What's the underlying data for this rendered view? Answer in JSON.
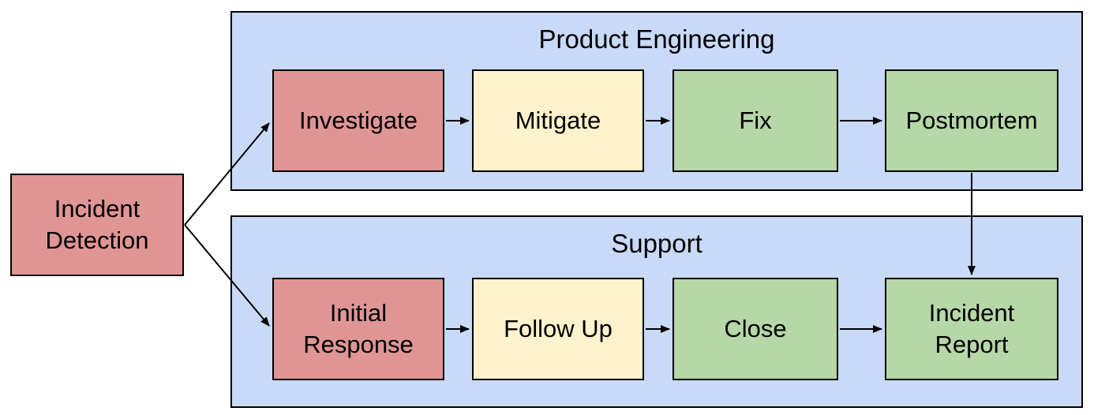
{
  "diagram": {
    "type": "flowchart",
    "start": {
      "label": "Incident Detection"
    },
    "lanes": [
      {
        "title": "Product Engineering",
        "steps": [
          {
            "label": "Investigate",
            "color": "red"
          },
          {
            "label": "Mitigate",
            "color": "yellow"
          },
          {
            "label": "Fix",
            "color": "green"
          },
          {
            "label": "Postmortem",
            "color": "green"
          }
        ]
      },
      {
        "title": "Support",
        "steps": [
          {
            "label": "Initial Response",
            "color": "red"
          },
          {
            "label": "Follow Up",
            "color": "yellow"
          },
          {
            "label": "Close",
            "color": "green"
          },
          {
            "label": "Incident Report",
            "color": "green"
          }
        ]
      }
    ],
    "edges": [
      {
        "from": "Incident Detection",
        "to": "Investigate"
      },
      {
        "from": "Incident Detection",
        "to": "Initial Response"
      },
      {
        "from": "Investigate",
        "to": "Mitigate"
      },
      {
        "from": "Mitigate",
        "to": "Fix"
      },
      {
        "from": "Fix",
        "to": "Postmortem"
      },
      {
        "from": "Postmortem",
        "to": "Incident Report"
      },
      {
        "from": "Initial Response",
        "to": "Follow Up"
      },
      {
        "from": "Follow Up",
        "to": "Close"
      },
      {
        "from": "Close",
        "to": "Incident Report"
      }
    ],
    "colors": {
      "lane_fill": "#C9DAF8",
      "node_red": "#E09595",
      "node_yellow": "#FFF2CC",
      "node_green": "#B6D7A8",
      "stroke": "#000000"
    }
  }
}
